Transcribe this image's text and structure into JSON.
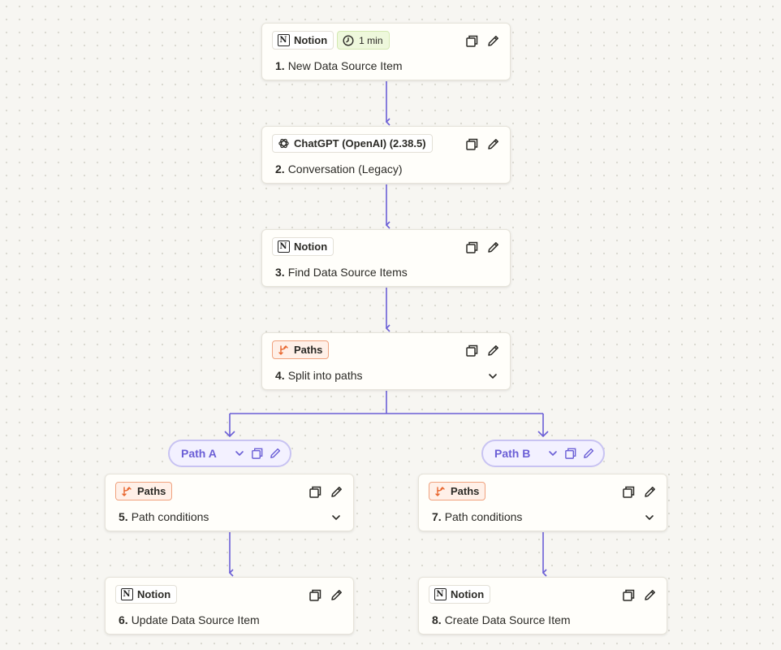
{
  "colors": {
    "connector": "#6b5fd6",
    "paths_accent": "#e8662e",
    "time_badge": "#eef8dc"
  },
  "steps": [
    {
      "id": "1",
      "num": "1.",
      "title": "New Data Source Item",
      "app": "Notion",
      "app_icon": "notion-icon",
      "time": "1 min"
    },
    {
      "id": "2",
      "num": "2.",
      "title": "Conversation (Legacy)",
      "app": "ChatGPT (OpenAI) (2.38.5)",
      "app_icon": "openai-icon"
    },
    {
      "id": "3",
      "num": "3.",
      "title": "Find Data Source Items",
      "app": "Notion",
      "app_icon": "notion-icon"
    },
    {
      "id": "4",
      "num": "4.",
      "title": "Split into paths",
      "app": "Paths",
      "app_icon": "paths-icon"
    },
    {
      "id": "5",
      "num": "5.",
      "title": "Path conditions",
      "app": "Paths",
      "app_icon": "paths-icon"
    },
    {
      "id": "6",
      "num": "6.",
      "title": "Update Data Source Item",
      "app": "Notion",
      "app_icon": "notion-icon"
    },
    {
      "id": "7",
      "num": "7.",
      "title": "Path conditions",
      "app": "Paths",
      "app_icon": "paths-icon"
    },
    {
      "id": "8",
      "num": "8.",
      "title": "Create Data Source Item",
      "app": "Notion",
      "app_icon": "notion-icon"
    }
  ],
  "paths": [
    {
      "label": "Path A"
    },
    {
      "label": "Path B"
    }
  ]
}
